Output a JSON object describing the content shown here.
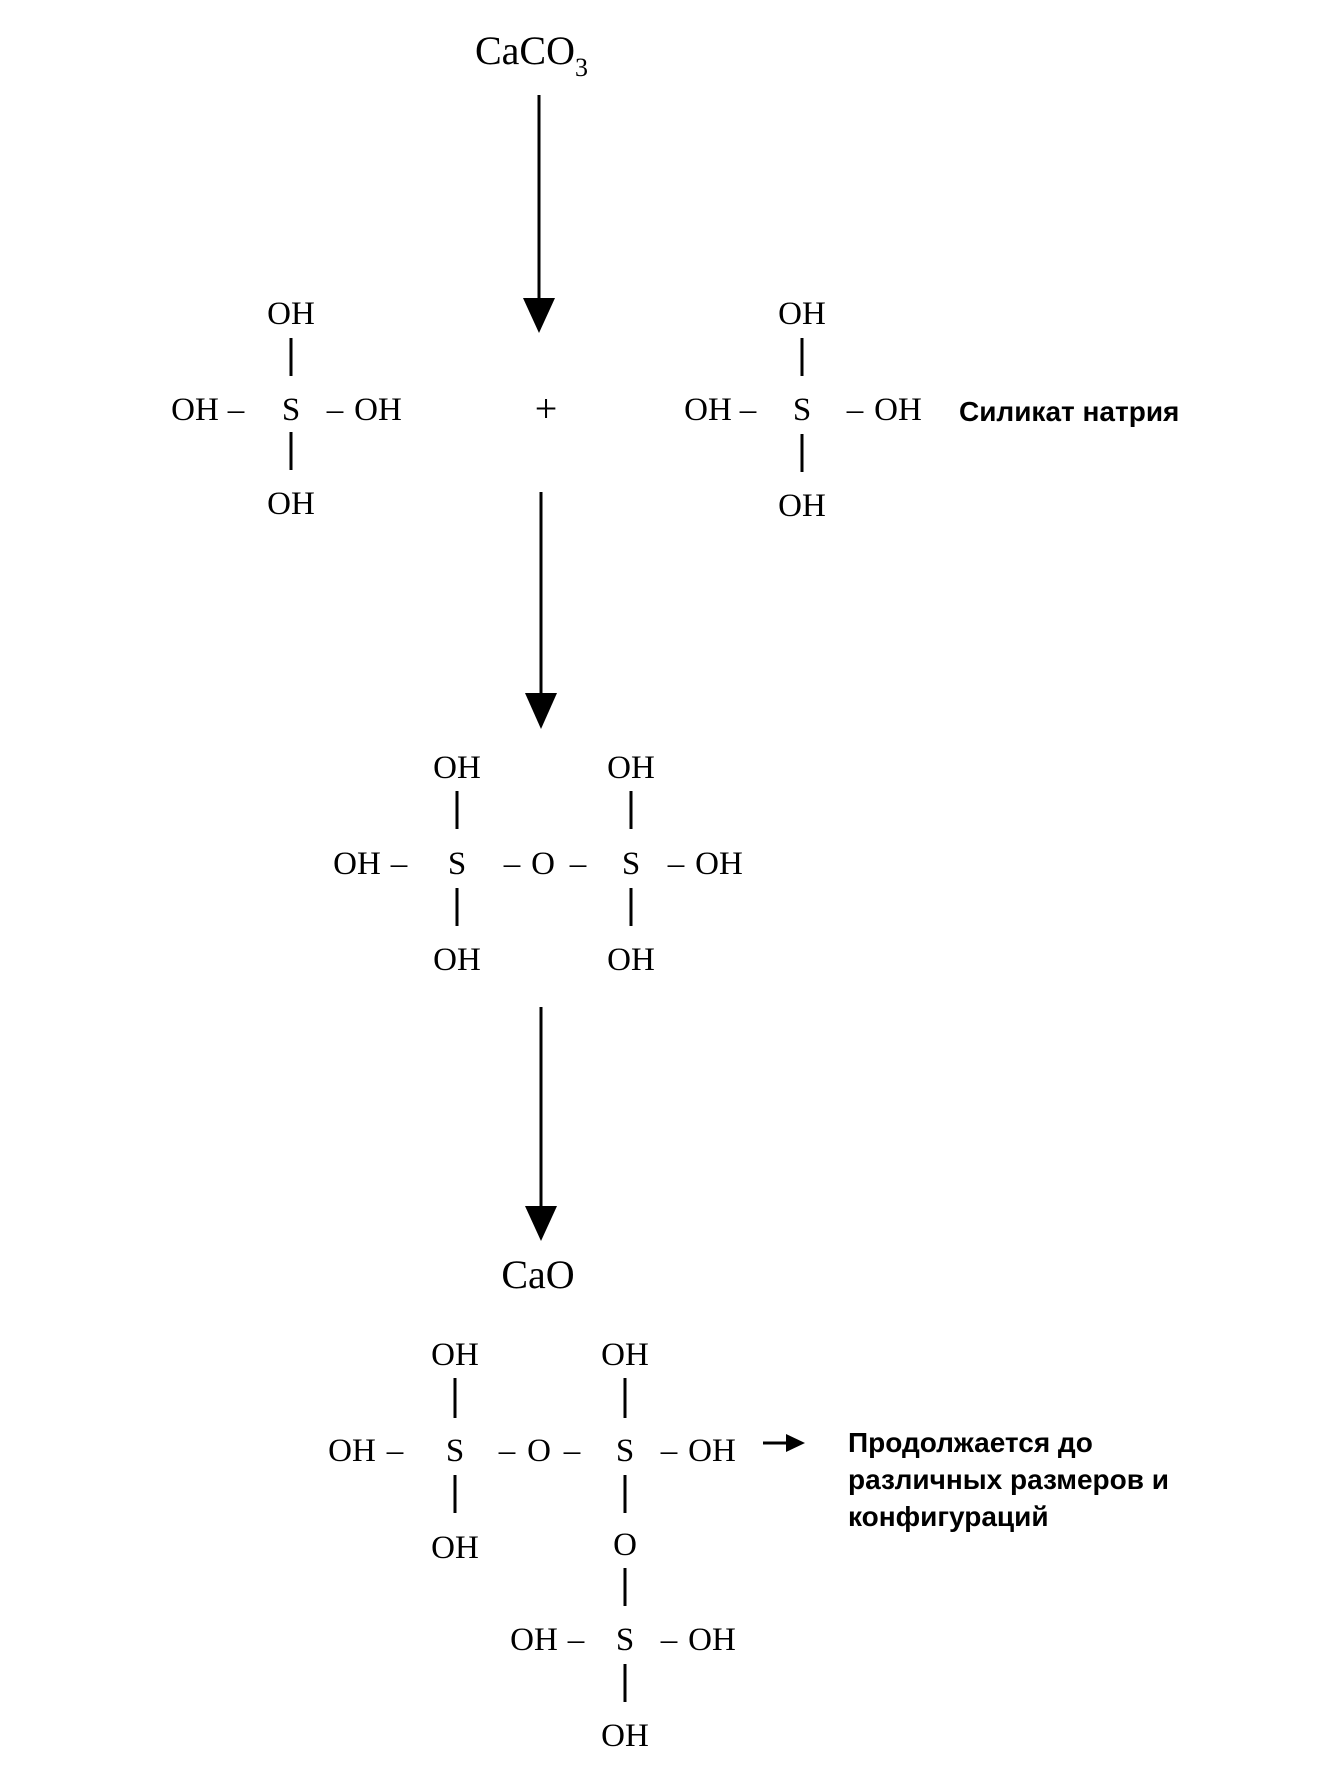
{
  "reagents": {
    "caco3": {
      "main": "CaCO",
      "sub": "3"
    },
    "cao": "CaO",
    "plus": "+",
    "sodium_silicate_label": "Силикат натрия"
  },
  "atoms": {
    "oh": "OH",
    "si": "S",
    "o": "O",
    "bond": "–"
  },
  "note": {
    "continues_line1": "Продолжается до",
    "continues_line2": "различных размеров и",
    "continues_line3": "конфигураций"
  }
}
